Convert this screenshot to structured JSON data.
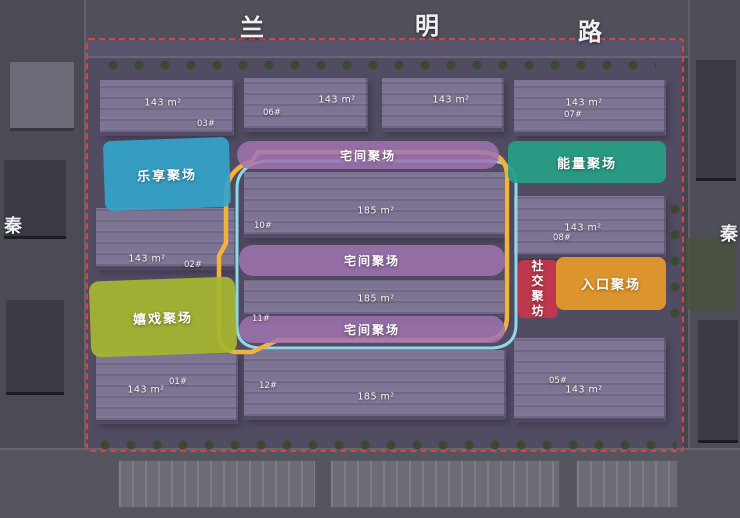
{
  "roads": {
    "top": [
      "兰",
      "明",
      "路"
    ],
    "left": "秦",
    "right": "秦"
  },
  "zones": {
    "leyu": {
      "label": "乐享聚场",
      "color": "#34a4ca"
    },
    "nengliang": {
      "label": "能量聚场",
      "color": "#26a086"
    },
    "zhaijian": {
      "label": "宅间聚场",
      "color": "#a073b2"
    },
    "xixi": {
      "label": "嬉戏聚场",
      "color": "#a7b630"
    },
    "rukou": {
      "label": "入口聚场",
      "color": "#e4992b"
    },
    "shejiao": {
      "label": "社交聚坊",
      "color": "#c6364a"
    }
  },
  "area_labels": [
    "143 m²",
    "143 m²",
    "143 m²",
    "143 m²",
    "143 m²",
    "143 m²",
    "143 m²",
    "143 m²",
    "185 m²",
    "185 m²",
    "185 m²"
  ],
  "building_numbers": [
    "03#",
    "06#",
    "07#",
    "10#",
    "08#",
    "02#",
    "11#",
    "01#",
    "12#",
    "05#"
  ],
  "colors": {
    "boundary": "#d84343",
    "loop_yellow": "#f2b33d",
    "loop_cyan": "#8ed9e9",
    "site_tint": "#6c5e96"
  }
}
